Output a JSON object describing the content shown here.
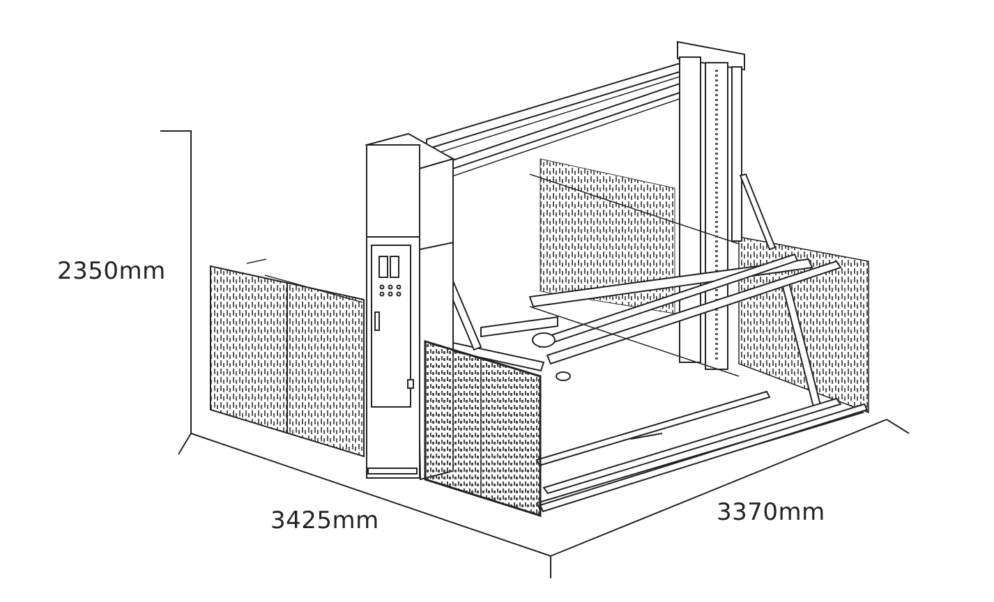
{
  "dimensions": {
    "height": "2350mm",
    "width": "3425mm",
    "depth": "3370mm"
  },
  "colors": {
    "ink": "#222222",
    "mesh": "#555555",
    "background": "#ffffff"
  }
}
